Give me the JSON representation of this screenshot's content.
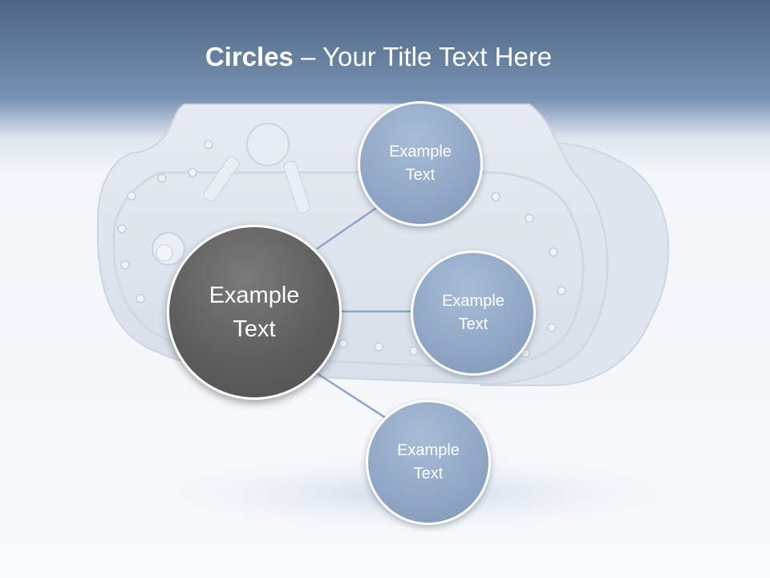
{
  "slide": {
    "title_bold": "Circles",
    "title_rest": " – Your Title Text Here"
  },
  "circles": {
    "main": "Example\nText",
    "top": "Example\nText",
    "middle": "Example\nText",
    "bottom": "Example\nText"
  },
  "colors": {
    "header_band": "#5d7696",
    "main_circle": "#5e5e5e",
    "small_circle": "#91a8c6",
    "connector": "#8ea4c2"
  },
  "icons": {
    "background": "vault-safe-cloud-illustration"
  }
}
